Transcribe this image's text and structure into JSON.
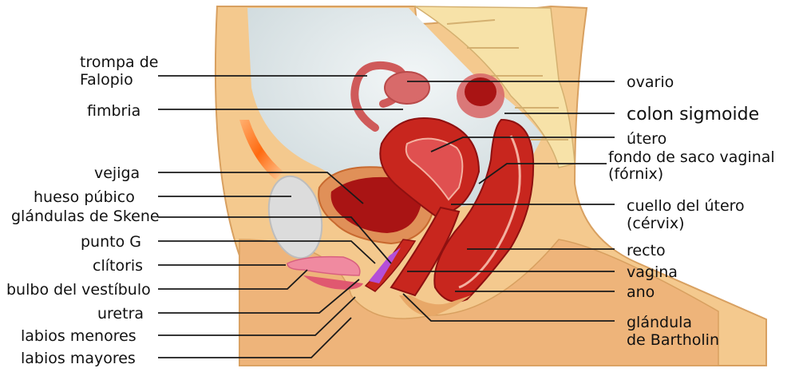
{
  "labels_left": [
    {
      "id": "trompa",
      "lines": [
        "trompa de",
        "Falopio"
      ]
    },
    {
      "id": "fimbria",
      "lines": [
        "fimbria"
      ]
    },
    {
      "id": "vejiga",
      "lines": [
        "vejiga"
      ]
    },
    {
      "id": "hueso",
      "lines": [
        "hueso púbico"
      ]
    },
    {
      "id": "skene",
      "lines": [
        "glándulas de Skene"
      ]
    },
    {
      "id": "puntog",
      "lines": [
        "punto G"
      ]
    },
    {
      "id": "clitoris",
      "lines": [
        "clítoris"
      ]
    },
    {
      "id": "bulbo",
      "lines": [
        "bulbo del vestíbulo"
      ]
    },
    {
      "id": "uretra",
      "lines": [
        "uretra"
      ]
    },
    {
      "id": "menores",
      "lines": [
        "labios menores"
      ]
    },
    {
      "id": "mayores",
      "lines": [
        "labios mayores"
      ]
    }
  ],
  "labels_right": [
    {
      "id": "ovario",
      "lines": [
        "ovario"
      ]
    },
    {
      "id": "colon",
      "lines": [
        "colon sigmoide"
      ]
    },
    {
      "id": "utero",
      "lines": [
        "útero"
      ]
    },
    {
      "id": "fornix",
      "lines": [
        "fondo de saco vaginal",
        "(fórnix)"
      ]
    },
    {
      "id": "cervix",
      "lines": [
        "cuello del útero",
        "(cérvix)"
      ]
    },
    {
      "id": "recto",
      "lines": [
        "recto"
      ]
    },
    {
      "id": "vagina",
      "lines": [
        "vagina"
      ]
    },
    {
      "id": "ano",
      "lines": [
        "ano"
      ]
    },
    {
      "id": "bartholin",
      "lines": [
        "glándula",
        "de Bartholin"
      ]
    }
  ],
  "colors": {
    "skin": "#f4c98e",
    "skin_dark": "#e8a868",
    "body_cavity": "#e6eef0",
    "bone": "#dcdcdc",
    "organ_red": "#c8261e",
    "organ_dark": "#8e1010",
    "muscle": "#d97a4a",
    "pink": "#f08aa0",
    "purple": "#b44fd8",
    "orange_glow": "#ff7a20",
    "vertebra": "#f7e2a8"
  }
}
